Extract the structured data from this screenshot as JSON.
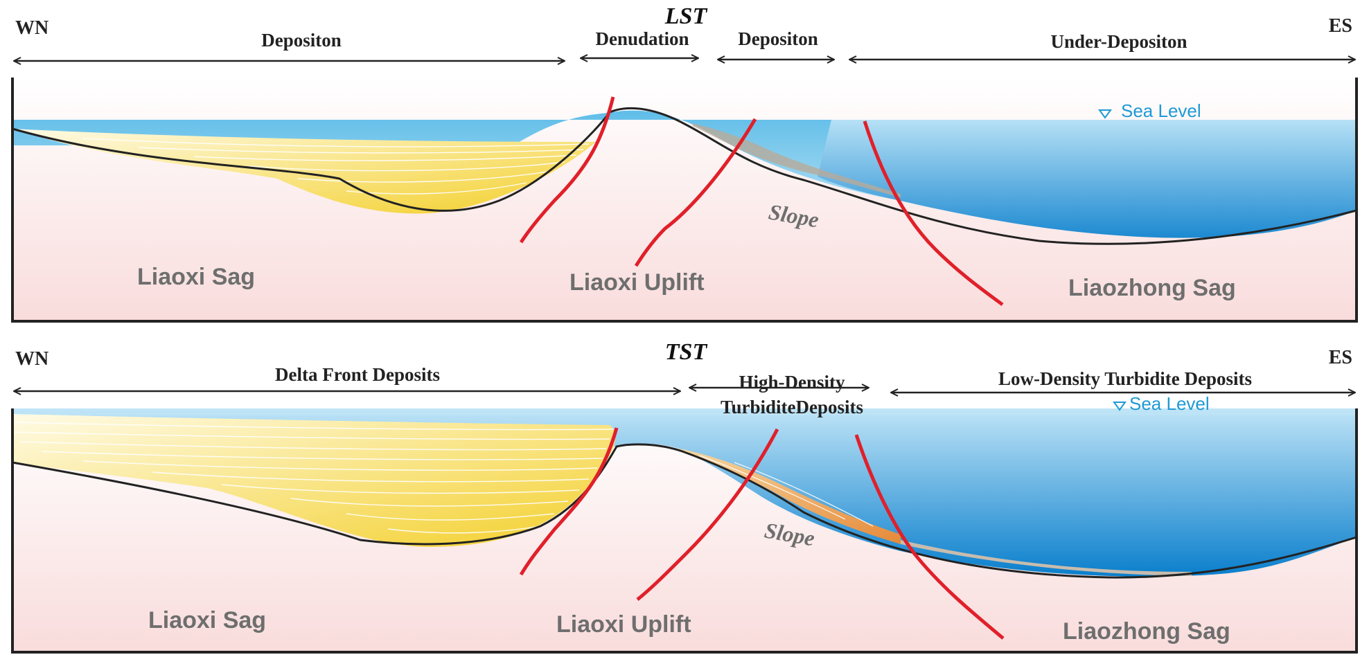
{
  "panels": [
    {
      "title": "LST",
      "left_direction": "WN",
      "right_direction": "ES",
      "zones": [
        {
          "label": "Depositon"
        },
        {
          "label": "Denudation"
        },
        {
          "label": "Depositon"
        },
        {
          "label": "Under-Depositon"
        }
      ],
      "sea_level": "Sea Level",
      "regions": {
        "left_sag": "Liaoxi Sag",
        "uplift": "Liaoxi Uplift",
        "right_sag": "Liaozhong Sag",
        "slope": "Slope"
      }
    },
    {
      "title": "TST",
      "left_direction": "WN",
      "right_direction": "ES",
      "zones": [
        {
          "label": "Delta Front Deposits"
        },
        {
          "label": "High-Density",
          "label2": "TurbiditeDeposits"
        },
        {
          "label": "Low-Density Turbidite Deposits"
        }
      ],
      "sea_level": "Sea Level",
      "regions": {
        "left_sag": "Liaoxi Sag",
        "uplift": "Liaoxi Uplift",
        "right_sag": "Liaozhong Sag",
        "slope": "Slope"
      }
    }
  ],
  "colors": {
    "fault": "#e0202a",
    "sea_top": "#c4e6f7",
    "sea_deep": "#0a7fcc",
    "delta_sand": "#f5d63a",
    "ground": "#fbe4e4",
    "turbidite": "#e9a050"
  }
}
